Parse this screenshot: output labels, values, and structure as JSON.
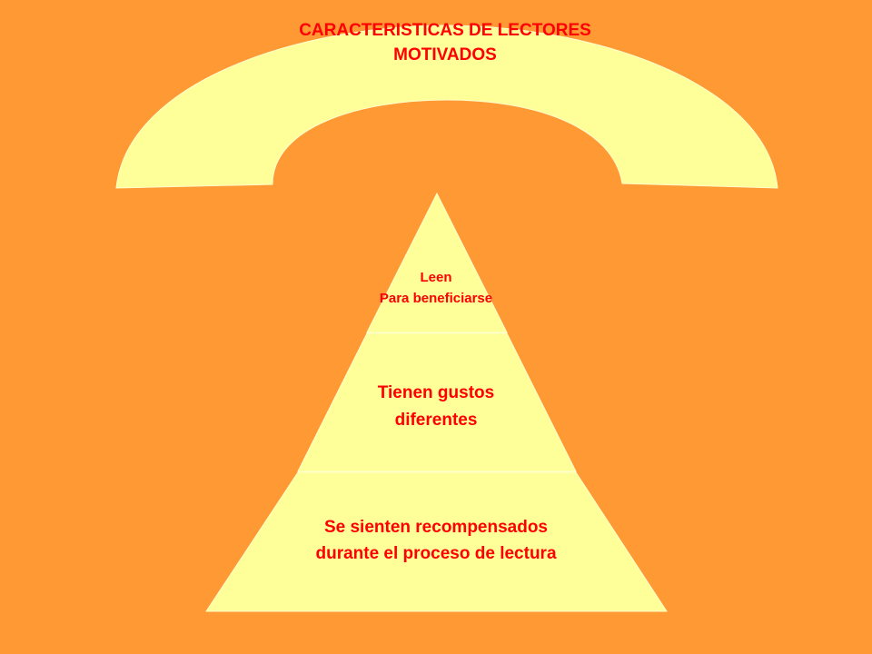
{
  "title": {
    "line1": "CARACTERISTICAS DE LECTORES",
    "line2": "MOTIVADOS"
  },
  "pyramid": {
    "levels": [
      {
        "lines": [
          "Leen",
          "Para beneficiarse"
        ]
      },
      {
        "lines": [
          "Tienen gustos",
          "diferentes"
        ]
      },
      {
        "lines": [
          "Se sienten recompensados",
          "durante el proceso de lectura"
        ]
      }
    ]
  },
  "colors": {
    "background": "#FF9933",
    "shape_fill": "#FFFF99",
    "text": "#FF0000"
  }
}
